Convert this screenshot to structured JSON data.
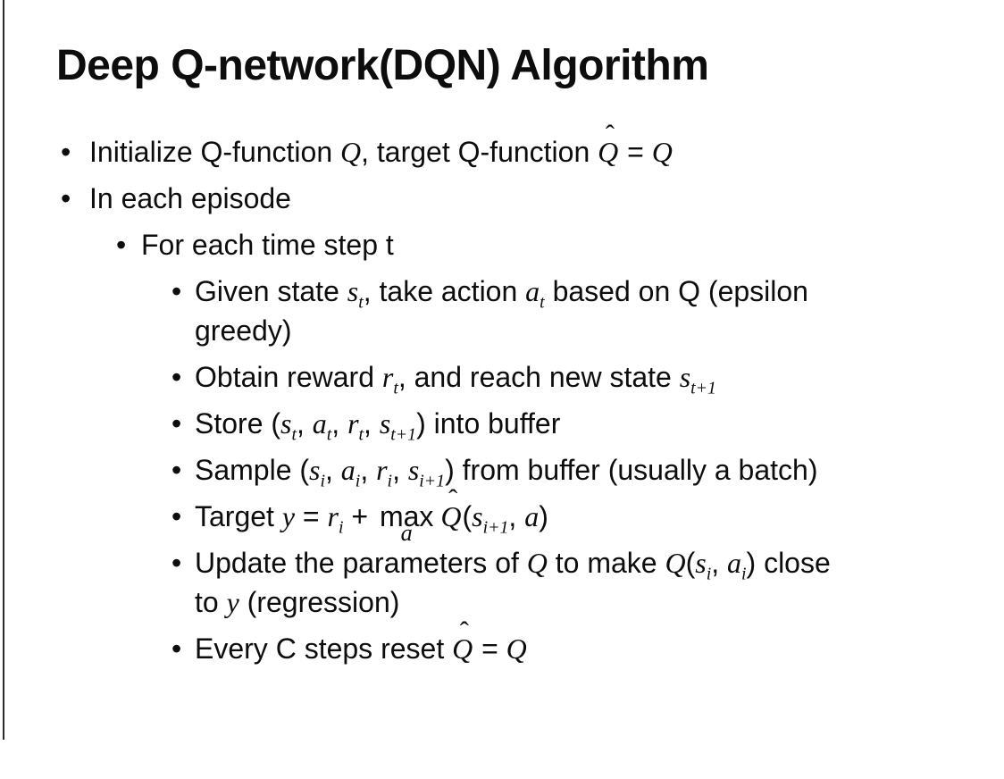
{
  "slide": {
    "title": "Deep Q-network(DQN) Algorithm",
    "text_color": "#0d0d0d",
    "background_color": "#ffffff",
    "bullet_glyph": "•",
    "bullets": [
      {
        "level": 1,
        "parts": [
          {
            "k": "t",
            "v": "Initialize Q-function "
          },
          {
            "k": "i",
            "v": "Q"
          },
          {
            "k": "t",
            "v": ", target Q-function "
          },
          {
            "k": "hat",
            "v": "Q"
          },
          {
            "k": "t",
            "v": " = "
          },
          {
            "k": "i",
            "v": "Q"
          }
        ]
      },
      {
        "level": 1,
        "parts": [
          {
            "k": "t",
            "v": "In each episode"
          }
        ]
      },
      {
        "level": 2,
        "parts": [
          {
            "k": "t",
            "v": "For each time step t"
          }
        ]
      },
      {
        "level": 3,
        "parts": [
          {
            "k": "t",
            "v": "Given state "
          },
          {
            "k": "i",
            "v": "s",
            "sub": "t"
          },
          {
            "k": "t",
            "v": ", take action "
          },
          {
            "k": "i",
            "v": "a",
            "sub": "t"
          },
          {
            "k": "t",
            "v": " based on Q (epsilon"
          },
          {
            "k": "br"
          },
          {
            "k": "t",
            "v": "greedy)"
          }
        ]
      },
      {
        "level": 3,
        "parts": [
          {
            "k": "t",
            "v": "Obtain reward "
          },
          {
            "k": "i",
            "v": "r",
            "sub": "t"
          },
          {
            "k": "t",
            "v": ", and reach new state "
          },
          {
            "k": "i",
            "v": "s",
            "sub": "t+1"
          }
        ]
      },
      {
        "level": 3,
        "parts": [
          {
            "k": "t",
            "v": "Store ("
          },
          {
            "k": "i",
            "v": "s",
            "sub": "t"
          },
          {
            "k": "t",
            "v": ", "
          },
          {
            "k": "i",
            "v": "a",
            "sub": "t"
          },
          {
            "k": "t",
            "v": ", "
          },
          {
            "k": "i",
            "v": "r",
            "sub": "t"
          },
          {
            "k": "t",
            "v": ", "
          },
          {
            "k": "i",
            "v": "s",
            "sub": "t+1"
          },
          {
            "k": "t",
            "v": ") into buffer"
          }
        ]
      },
      {
        "level": 3,
        "parts": [
          {
            "k": "t",
            "v": "Sample ("
          },
          {
            "k": "i",
            "v": "s",
            "sub": "i"
          },
          {
            "k": "t",
            "v": ", "
          },
          {
            "k": "i",
            "v": "a",
            "sub": "i"
          },
          {
            "k": "t",
            "v": ", "
          },
          {
            "k": "i",
            "v": "r",
            "sub": "i"
          },
          {
            "k": "t",
            "v": ", "
          },
          {
            "k": "i",
            "v": "s",
            "sub": "i+1"
          },
          {
            "k": "t",
            "v": ") from buffer (usually a batch)"
          }
        ]
      },
      {
        "level": 3,
        "parts": [
          {
            "k": "t",
            "v": "Target "
          },
          {
            "k": "i",
            "v": "y"
          },
          {
            "k": "t",
            "v": " = "
          },
          {
            "k": "i",
            "v": "r",
            "sub": "i"
          },
          {
            "k": "t",
            "v": " + "
          },
          {
            "k": "max",
            "v": "max",
            "under": "a"
          },
          {
            "k": "hat",
            "v": "Q"
          },
          {
            "k": "t",
            "v": "("
          },
          {
            "k": "i",
            "v": "s",
            "sub": "i+1"
          },
          {
            "k": "t",
            "v": ", "
          },
          {
            "k": "i",
            "v": "a"
          },
          {
            "k": "t",
            "v": ")"
          }
        ]
      },
      {
        "level": 3,
        "parts": [
          {
            "k": "t",
            "v": "Update the parameters of "
          },
          {
            "k": "i",
            "v": "Q"
          },
          {
            "k": "t",
            "v": " to make "
          },
          {
            "k": "i",
            "v": "Q"
          },
          {
            "k": "t",
            "v": "("
          },
          {
            "k": "i",
            "v": "s",
            "sub": "i"
          },
          {
            "k": "t",
            "v": ", "
          },
          {
            "k": "i",
            "v": "a",
            "sub": "i"
          },
          {
            "k": "t",
            "v": ") close"
          },
          {
            "k": "br"
          },
          {
            "k": "t",
            "v": "to "
          },
          {
            "k": "i",
            "v": "y"
          },
          {
            "k": "t",
            "v": " (regression)"
          }
        ]
      },
      {
        "level": 3,
        "parts": [
          {
            "k": "t",
            "v": "Every C steps reset "
          },
          {
            "k": "hat",
            "v": "Q"
          },
          {
            "k": "t",
            "v": " = "
          },
          {
            "k": "i",
            "v": "Q"
          }
        ]
      }
    ]
  }
}
